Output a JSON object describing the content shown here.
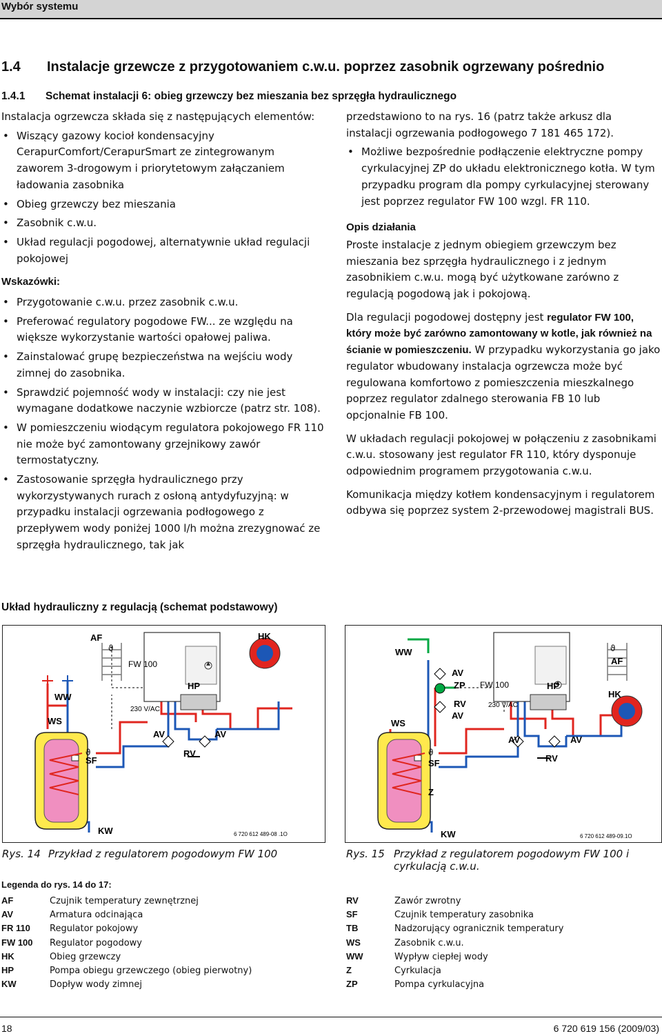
{
  "header": {
    "section": "Wybór systemu"
  },
  "heading1": {
    "num": "1.4",
    "text": "Instalacje grzewcze z przygotowaniem c.w.u. poprzez zasobnik ogrzewany pośrednio"
  },
  "heading2": {
    "num": "1.4.1",
    "text": "Schemat instalacji 6: obieg grzewczy bez mieszania bez sprzęgła hydraulicznego"
  },
  "left": {
    "intro": "Instalacja ogrzewcza składa się z następujących elementów:",
    "bullets": [
      "Wiszący gazowy kocioł kondensacyjny CerapurComfort/CerapurSmart ze zintegrowanym zaworem 3-drogowym i priorytetowym załączaniem ładowania zasobnika",
      "Obieg grzewczy bez mieszania",
      "Zasobnik c.w.u.",
      "Układ regulacji pogodowej, alternatywnie układ regulacji pokojowej"
    ],
    "notes_title": "Wskazówki:",
    "notes": [
      "Przygotowanie c.w.u. przez zasobnik c.w.u.",
      "Preferować regulatory pogodowe FW... ze względu na większe wykorzystanie wartości opałowej paliwa.",
      "Zainstalować grupę bezpieczeństwa na wejściu wody zimnej do zasobnika.",
      "Sprawdzić pojemność wody w instalacji: czy nie jest wymagane dodatkowe naczynie wzbiorcze (patrz str. 108).",
      "W pomieszczeniu wiodącym regulatora pokojowego FR 110 nie może być zamontowany grzejnikowy zawór termostatyczny.",
      "Zastosowanie sprzęgła hydraulicznego przy wykorzystywanych rurach z osłoną antydyfuzyjną: w przypadku instalacji ogrzewania podłogowego z przepływem wody poniżej 1000 l/h można zrezygnować ze sprzęgła hydraulicznego, tak jak"
    ]
  },
  "right": {
    "cont": "przedstawiono to na rys. 16 (patrz także arkusz dla instalacji ogrzewania podłogowego 7 181 465 172).",
    "bullet": "Możliwe bezpośrednie podłączenie elektryczne pompy cyrkulacyjnej ZP do układu elektronicznego kotła. W tym przypadku program dla pompy cyrkulacyjnej sterowany jest poprzez regulator FW 100 wzgl. FR 110.",
    "title": "Opis działania",
    "p1": "Proste instalacje z jednym obiegiem grzewczym bez mieszania bez sprzęgła hydraulicznego i z jednym zasobnikiem c.w.u. mogą być użytkowane zarówno z regulacją pogodową jak i pokojową.",
    "p2a": "Dla regulacji pogodowej dostępny jest ",
    "p2b": "regulator FW 100, który może być zarówno zamontowany w kotle, jak również na ścianie w pomieszczeniu.",
    "p2c": " W przypadku wykorzystania go jako regulator wbudowany instalacja ogrzewcza może być regulowana komfortowo z pomieszczenia mieszkalnego poprzez regulator zdalnego sterowania FB 10 lub opcjonalnie FB 100.",
    "p3": "W układach regulacji pokojowej w połączeniu z zasobnikami c.w.u. stosowany jest regulator FR 110, który dysponuje odpowiednim programem przygotowania c.w.u.",
    "p4": "Komunikacja między kotłem kondensacyjnym i regulatorem odbywa się poprzez system 2-przewodowej magistrali BUS."
  },
  "diagram_title": "Układ hydrauliczny z regulacją (schemat podstawowy)",
  "fig14": {
    "labels": {
      "AF": "AF",
      "HK": "HK",
      "FW": "FW 100",
      "HP": "HP",
      "WW": "WW",
      "WS": "WS",
      "V230": "230 V/AC",
      "AV1": "AV",
      "AV2": "AV",
      "RV": "RV",
      "SF": "SF",
      "KW": "KW",
      "theta1": "ϑ",
      "theta2": "ϑ"
    },
    "number": "6 720 612 489-08 .1O",
    "cap_num": "Rys. 14",
    "cap_text": "Przykład z regulatorem pogodowym FW 100"
  },
  "fig15": {
    "labels": {
      "WW": "WW",
      "AF": "AF",
      "HK": "HK",
      "AVa": "AV",
      "ZP": "ZP",
      "FW": "FW 100",
      "HP": "HP",
      "RVa": "RV",
      "AVb": "AV",
      "V230": "230 V/AC",
      "WS": "WS",
      "AV1": "AV",
      "AV2": "AV",
      "RV": "RV",
      "SF": "SF",
      "Z": "Z",
      "KW": "KW",
      "theta1": "ϑ",
      "theta2": "ϑ"
    },
    "number": "6 720 612 489-09.1O",
    "cap_num": "Rys. 15",
    "cap_text": "Przykład z regulatorem pogodowym FW 100 i cyrkulacją c.w.u."
  },
  "legend": {
    "title": "Legenda do rys. 14 do  17:",
    "left": [
      {
        "k": "AF",
        "v": "Czujnik temperatury zewnętrznej"
      },
      {
        "k": "AV",
        "v": "Armatura odcinająca"
      },
      {
        "k": "FR 110",
        "v": "Regulator pokojowy"
      },
      {
        "k": "FW 100",
        "v": "Regulator pogodowy"
      },
      {
        "k": "HK",
        "v": "Obieg grzewczy"
      },
      {
        "k": "HP",
        "v": "Pompa obiegu grzewczego (obieg pierwotny)"
      },
      {
        "k": "KW",
        "v": "Dopływ wody zimnej"
      }
    ],
    "right": [
      {
        "k": "RV",
        "v": "Zawór zwrotny"
      },
      {
        "k": "SF",
        "v": "Czujnik temperatury zasobnika"
      },
      {
        "k": "TB",
        "v": "Nadzorujący ogranicznik temperatury"
      },
      {
        "k": "WS",
        "v": "Zasobnik c.w.u."
      },
      {
        "k": "WW",
        "v": "Wypływ ciepłej wody"
      },
      {
        "k": "Z",
        "v": "Cyrkulacja"
      },
      {
        "k": "ZP",
        "v": "Pompa cyrkulacyjna"
      }
    ]
  },
  "footer": {
    "page": "18",
    "doc": "6 720 619 156 (2009/03)"
  }
}
